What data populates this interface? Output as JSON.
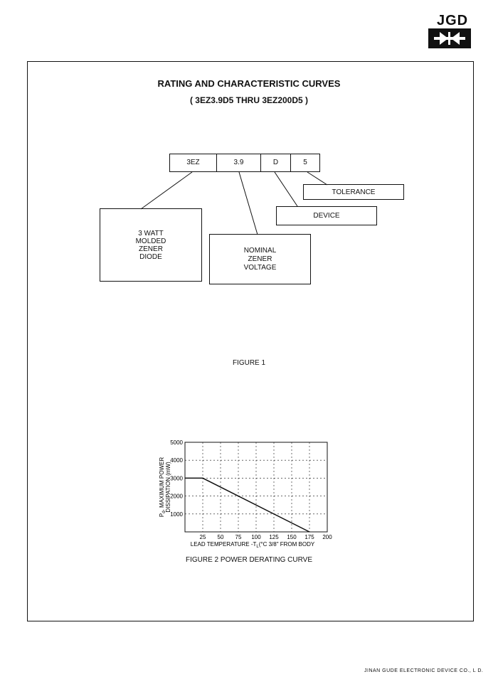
{
  "header": {
    "brand": "JGD"
  },
  "title": {
    "main": "RATING AND CHARACTERISTIC CURVES",
    "sub": "( 3EZ3.9D5 THRU 3EZ200D5 )"
  },
  "figure1": {
    "code_cells": [
      "3EZ",
      "3.9",
      "D",
      "5"
    ],
    "boxes": {
      "tolerance": "TOLERANCE",
      "device": "DEVICE",
      "nominal": "NOMINAL\nZENER\nVOLTAGE",
      "molded": "3 WATT\nMOLDED\nZENER\nDIODE"
    },
    "caption": "FIGURE 1"
  },
  "figure2": {
    "caption": "FIGURE 2 POWER DERATING CURVE"
  },
  "chart_data": {
    "type": "line",
    "title": "",
    "xlabel": "LEAD TEMPERATURE -T",
    "xlabel_sub": "L",
    "xlabel_tail": "(°C 3/8\" FROM BODY",
    "ylabel_line1_prefix": "P",
    "ylabel_line1_sub": "d",
    "ylabel_line1_rest": ", MAXIMUM POWER",
    "ylabel_line2": "DISSIPATION (mW)",
    "x_ticks": [
      "25",
      "50",
      "75",
      "100",
      "125",
      "150",
      "175",
      "200"
    ],
    "y_ticks": [
      "1000",
      "2000",
      "3000",
      "4000",
      "5000"
    ],
    "xlim": [
      0,
      200
    ],
    "ylim": [
      0,
      5000
    ],
    "grid": true,
    "series": [
      {
        "x": [
          0,
          25,
          175
        ],
        "y": [
          3000,
          3000,
          0
        ]
      }
    ],
    "colors": {
      "line": "#111111",
      "grid": "#111111"
    }
  },
  "footer": {
    "company": "JINAN GUDE ELECTRONIC DEVICE CO., L D."
  }
}
